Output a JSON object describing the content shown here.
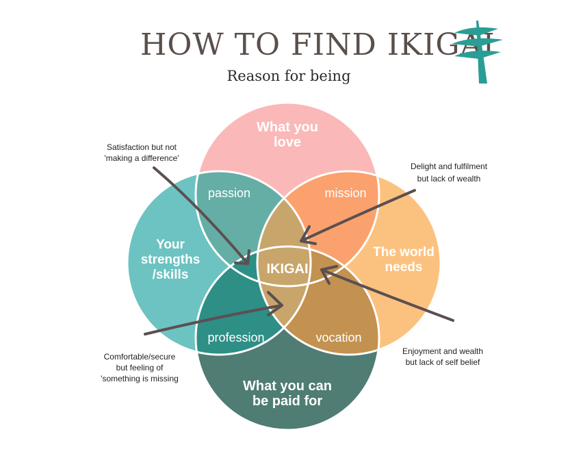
{
  "header": {
    "title": "HOW TO FIND IKIGAI",
    "subtitle": "Reason for being"
  },
  "circles": {
    "love": {
      "line1": "What you",
      "line2": "love",
      "color": "#fbb8b8"
    },
    "world": {
      "line1": "The world",
      "line2": "needs",
      "color": "#fbc27f"
    },
    "paid": {
      "line1": "What you can",
      "line2": "be paid for",
      "color": "#4f7c73"
    },
    "skills": {
      "line1": "Your",
      "line2": "strengths",
      "line3": "/skills",
      "color": "#6cc3c1"
    }
  },
  "overlaps": {
    "passion": {
      "label": "passion",
      "color": "#64aea6"
    },
    "mission": {
      "label": "mission",
      "color": "#fba16e"
    },
    "profession": {
      "label": "profession",
      "color": "#2d8f86"
    },
    "vocation": {
      "label": "vocation",
      "color": "#c39150"
    },
    "center": {
      "label": "IKIGAI",
      "color": "#c8a56a"
    }
  },
  "annotations": {
    "passion_note": {
      "line1": "Satisfaction but not",
      "line2": "'making a difference'"
    },
    "mission_note": {
      "line1": "Delight and fulfilment",
      "line2": "but lack of wealth"
    },
    "profession_note": {
      "line1": "Comfortable/secure",
      "line2": "but feeling of",
      "line3": "'something is missing"
    },
    "vocation_note": {
      "line1": "Enjoyment and wealth",
      "line2": "but lack of self belief"
    }
  },
  "colors": {
    "title": "#5a4f4a",
    "tree": "#2a9d95",
    "arrow": "#5c4f51",
    "outline": "#ffffff"
  },
  "icons": {
    "logo": "tree-icon"
  }
}
